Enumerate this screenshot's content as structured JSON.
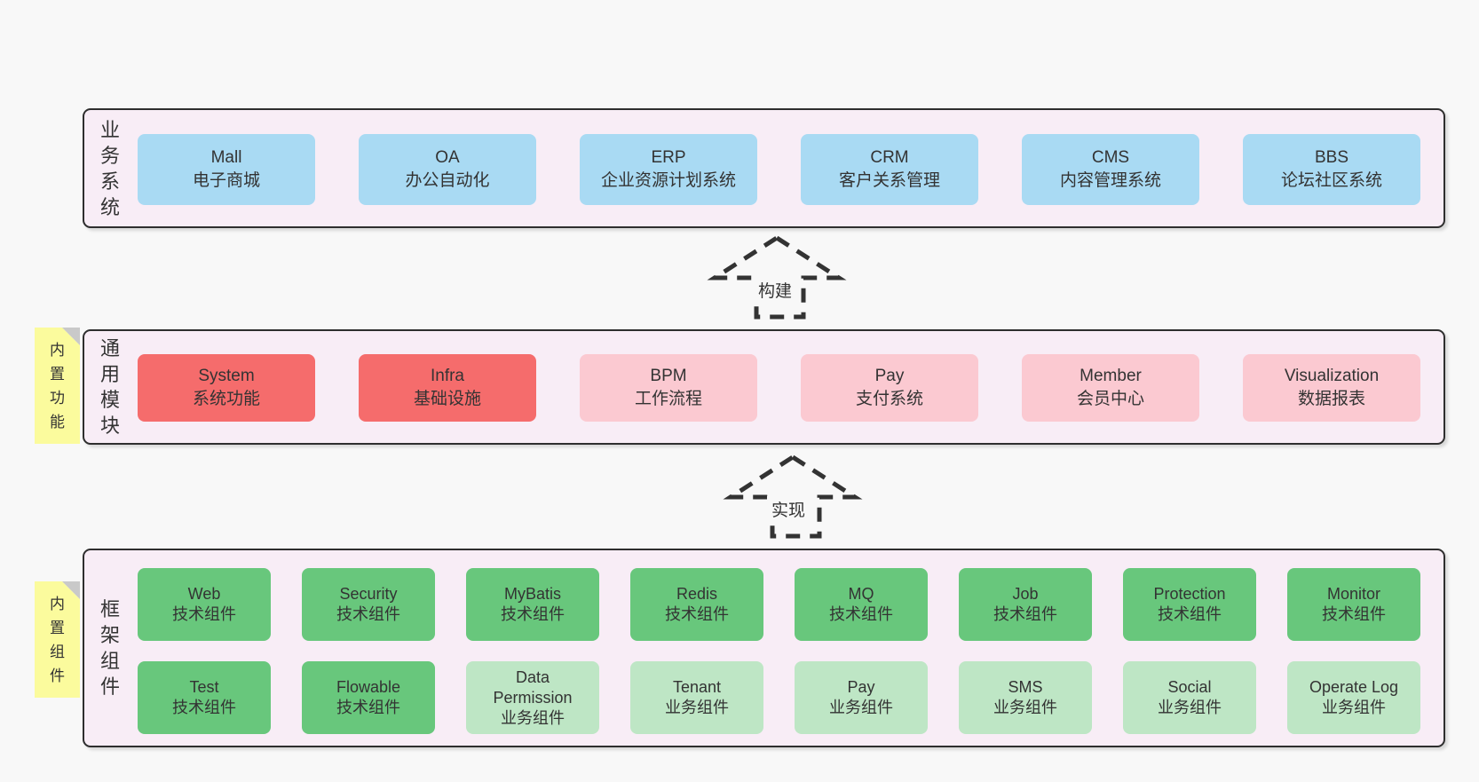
{
  "colors": {
    "background": "#f8f8f8",
    "band_background": "#f8edf6",
    "band_border": "#2e2e2e",
    "box_blue": "#a9daf3",
    "box_red": "#f56c6c",
    "box_pink": "#fbc9d1",
    "box_green": "#68c77c",
    "box_green_light": "#bee6c5",
    "tab_yellow": "#fbfb9d",
    "tab_fold_gray": "#c9c9c9",
    "text": "#333333"
  },
  "arrows": [
    {
      "label": "构建"
    },
    {
      "label": "实现"
    }
  ],
  "sections": [
    {
      "id": "business-systems",
      "label": "业\n务\n系\n统",
      "boxes": [
        {
          "name": "Mall",
          "subtitle": "电子商城",
          "variant": "blue"
        },
        {
          "name": "OA",
          "subtitle": "办公自动化",
          "variant": "blue"
        },
        {
          "name": "ERP",
          "subtitle": "企业资源计划系统",
          "variant": "blue"
        },
        {
          "name": "CRM",
          "subtitle": "客户关系管理",
          "variant": "blue"
        },
        {
          "name": "CMS",
          "subtitle": "内容管理系统",
          "variant": "blue"
        },
        {
          "name": "BBS",
          "subtitle": "论坛社区系统",
          "variant": "blue"
        }
      ]
    },
    {
      "id": "common-modules",
      "label": "通\n用\n模\n块",
      "tab": "内\n置\n功\n能",
      "boxes": [
        {
          "name": "System",
          "subtitle": "系统功能",
          "variant": "red"
        },
        {
          "name": "Infra",
          "subtitle": "基础设施",
          "variant": "red"
        },
        {
          "name": "BPM",
          "subtitle": "工作流程",
          "variant": "pink"
        },
        {
          "name": "Pay",
          "subtitle": "支付系统",
          "variant": "pink"
        },
        {
          "name": "Member",
          "subtitle": "会员中心",
          "variant": "pink"
        },
        {
          "name": "Visualization",
          "subtitle": "数据报表",
          "variant": "pink"
        }
      ]
    },
    {
      "id": "framework-components",
      "label": "框\n架\n组\n件",
      "tab": "内\n置\n组\n件",
      "rows": [
        [
          {
            "name": "Web",
            "subtitle": "技术组件",
            "variant": "green"
          },
          {
            "name": "Security",
            "subtitle": "技术组件",
            "variant": "green"
          },
          {
            "name": "MyBatis",
            "subtitle": "技术组件",
            "variant": "green"
          },
          {
            "name": "Redis",
            "subtitle": "技术组件",
            "variant": "green"
          },
          {
            "name": "MQ",
            "subtitle": "技术组件",
            "variant": "green"
          },
          {
            "name": "Job",
            "subtitle": "技术组件",
            "variant": "green"
          },
          {
            "name": "Protection",
            "subtitle": "技术组件",
            "variant": "green"
          },
          {
            "name": "Monitor",
            "subtitle": "技术组件",
            "variant": "green"
          }
        ],
        [
          {
            "name": "Test",
            "subtitle": "技术组件",
            "variant": "green"
          },
          {
            "name": "Flowable",
            "subtitle": "技术组件",
            "variant": "green"
          },
          {
            "name": "Data Permission",
            "subtitle": "业务组件",
            "variant": "green-light"
          },
          {
            "name": "Tenant",
            "subtitle": "业务组件",
            "variant": "green-light"
          },
          {
            "name": "Pay",
            "subtitle": "业务组件",
            "variant": "green-light"
          },
          {
            "name": "SMS",
            "subtitle": "业务组件",
            "variant": "green-light"
          },
          {
            "name": "Social",
            "subtitle": "业务组件",
            "variant": "green-light"
          },
          {
            "name": "Operate Log",
            "subtitle": "业务组件",
            "variant": "green-light"
          }
        ]
      ]
    }
  ]
}
